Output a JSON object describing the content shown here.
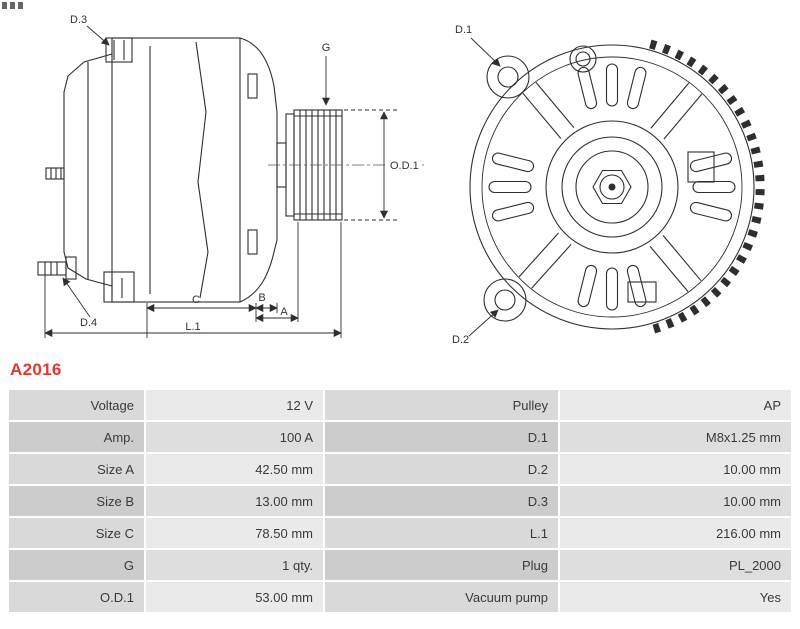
{
  "part_number": "A2016",
  "colors": {
    "accent_red": "#e8362d",
    "line_color": "#2e2e2e",
    "table_label_bg": "#d9d9d9",
    "table_value_bg": "#eaeaea",
    "table_label_bg_alt": "#cccccc",
    "table_value_bg_alt": "#dedede"
  },
  "diagram": {
    "labels": {
      "d3": "D.3",
      "d4": "D.4",
      "g": "G",
      "od1": "O.D.1",
      "c": "C",
      "b": "B",
      "a": "A",
      "l1": "L.1",
      "d1": "D.1",
      "d2": "D.2"
    }
  },
  "spec_table": {
    "rows": [
      {
        "label": "Voltage",
        "value": "12 V",
        "label2": "Pulley",
        "value2": "AP"
      },
      {
        "label": "Amp.",
        "value": "100 A",
        "label2": "D.1",
        "value2": "M8x1.25 mm"
      },
      {
        "label": "Size A",
        "value": "42.50 mm",
        "label2": "D.2",
        "value2": "10.00 mm"
      },
      {
        "label": "Size B",
        "value": "13.00 mm",
        "label2": "D.3",
        "value2": "10.00 mm"
      },
      {
        "label": "Size C",
        "value": "78.50 mm",
        "label2": "L.1",
        "value2": "216.00 mm"
      },
      {
        "label": "G",
        "value": "1 qty.",
        "label2": "Plug",
        "value2": "PL_2000"
      },
      {
        "label": "O.D.1",
        "value": "53.00 mm",
        "label2": "Vacuum pump",
        "value2": "Yes"
      }
    ]
  }
}
